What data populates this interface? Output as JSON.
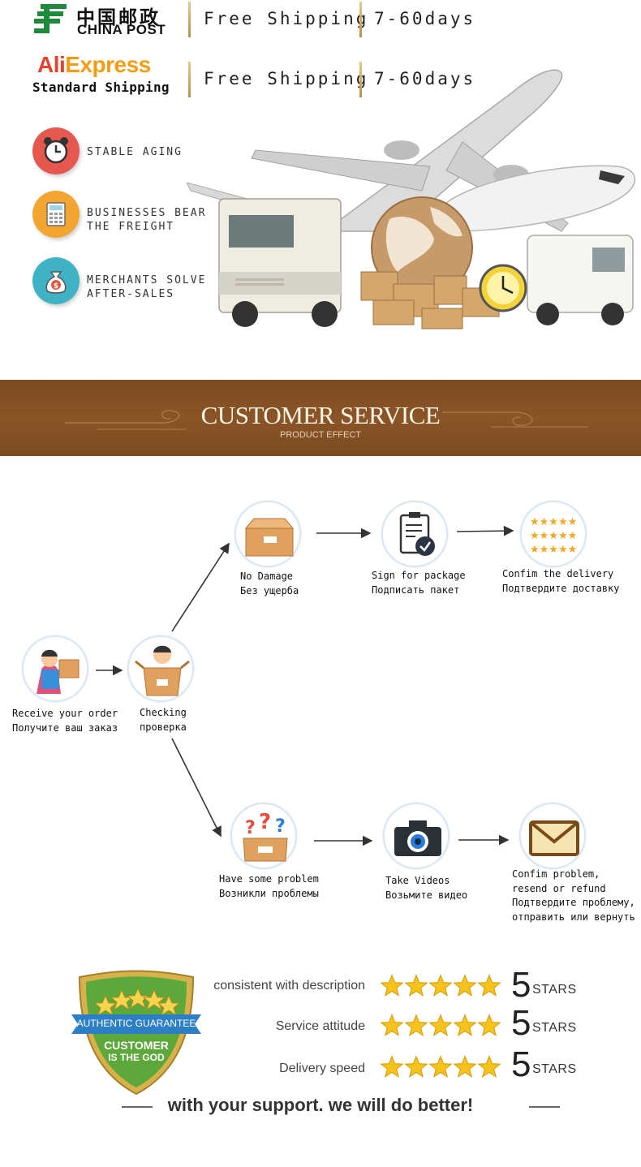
{
  "shipping": {
    "china_post": {
      "name_cn": "中国邮政",
      "name_en": "CHINA POST",
      "service": "Free Shipping",
      "time": "7-60days"
    },
    "aliexpress": {
      "name_red": "Ali",
      "name_orange": "Express",
      "subtitle": "Standard Shipping",
      "service": "Free Shipping",
      "time": "7-60days"
    },
    "features": [
      {
        "icon": "alarm-clock-icon",
        "line1": "STABLE AGING",
        "line2": "",
        "color": "#e5574f"
      },
      {
        "icon": "calculator-icon",
        "line1": "BUSINESSES BEAR",
        "line2": "THE FREIGHT",
        "color": "#f2a531"
      },
      {
        "icon": "money-bag-icon",
        "line1": "MERCHANTS SOLVE",
        "line2": "AFTER-SALES",
        "color": "#3fb3c5"
      }
    ]
  },
  "banner": {
    "title": "CUSTOMER SERVICE",
    "subtitle": "PRODUCT EFFECT",
    "color": "#83502a"
  },
  "flow": {
    "receive": {
      "en": "Receive your order",
      "ru": "Получите ваш заказ"
    },
    "checking": {
      "en": "Checking",
      "ru": "проверка"
    },
    "no_damage": {
      "en": "No Damage",
      "ru": "Без ущерба"
    },
    "sign": {
      "en": "Sign for package",
      "ru": "Подписать пакет"
    },
    "confirm_delivery": {
      "en": "Confim the delivery",
      "ru": "Подтвердите доставку"
    },
    "problem": {
      "en": "Have some problem",
      "ru": "Возникли проблемы"
    },
    "videos": {
      "en": "Take Videos",
      "ru": "Возьмите видео"
    },
    "confirm_problem": {
      "line1": "Confim problem,",
      "line2": "resend or refund",
      "line3": "Подтвердите проблему,",
      "line4": "отправить или вернуть"
    }
  },
  "badge": {
    "ribbon": "AUTHENTIC GUARANTEE",
    "line1": "CUSTOMER",
    "line2": "IS THE GOD"
  },
  "ratings": [
    {
      "label": "consistent with description",
      "score": "5",
      "unit": "STARS",
      "stars": 5
    },
    {
      "label": "Service attitude",
      "score": "5",
      "unit": "STARS",
      "stars": 5
    },
    {
      "label": "Delivery speed",
      "score": "5",
      "unit": "STARS",
      "stars": 5
    }
  ],
  "slogan": "with your support. we will do better!"
}
